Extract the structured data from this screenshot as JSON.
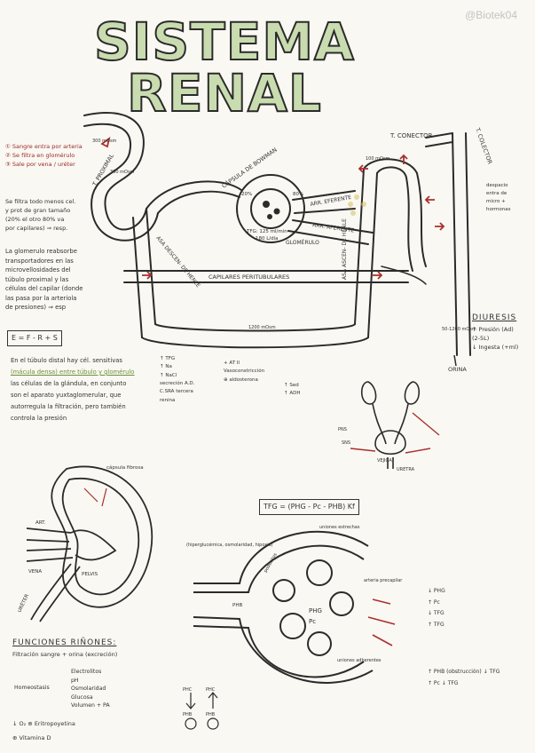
{
  "watermark": "@Biotek04",
  "title": "SISTEMA RENAL",
  "intro": {
    "steps": [
      "① Sangre entra por arteria",
      "② Se filtra en glomérulo",
      "③ Sale por vena / uréter"
    ],
    "note": [
      "Se filtra todo menos cel.",
      "y prot de gran tamaño",
      "(20% el otro 80% va",
      "por capilares) ⇒ resp."
    ],
    "glomerulo": [
      "La glomerulo reabsorbe",
      "transportadores en las",
      "microvellosidades del",
      "túbulo proximal y las",
      "células del capilar (donde",
      "las pasa por la arteriola",
      "de presiones) ⇒ esp"
    ],
    "formula": "E = F - R + S"
  },
  "nephron": {
    "t_proximal": "T. PROXIMAL",
    "capsula": "CÁPSULA DE BOWMAN",
    "t_conector": "T. CONECTOR",
    "t_colector": "T. COLECTOR",
    "asa_desc": "ASA DESCEN- DE HENLE",
    "asa_asc": "ASA ASCEN- DE HENLE",
    "arr_eferente": "ARR. EFERENTE",
    "arr_aferente": "ARR. AFERENTE",
    "glomerulo": "GLOMÉRULO",
    "capilares": "CAPILARES PERITUBULARES",
    "tfg": "TFG: 125 ml/min",
    "tfg2": "180 L/día",
    "pct20": "20%",
    "pct80": "80%",
    "mosm300a": "300 mOsm",
    "mosm300b": "300 mOsm",
    "mosm1200": "1200 mOsm",
    "mosm100": "100 mOsm",
    "mosm50": "50-1200 mOsm",
    "orina": "ORINA",
    "colector_note": [
      "despacio",
      "entra de",
      "micro +",
      "hormonas"
    ]
  },
  "diuresis": {
    "heading": "DIURESIS",
    "lines": [
      "↑ Presión (Ad)",
      "(2-5L)",
      "↓ Ingesta (+ml)"
    ]
  },
  "macula": {
    "text": [
      "En el túbulo distal hay cél. sensitivas",
      "(mácula densa) entre túbulo y glomérulo",
      "las células de la glándula, en conjunto",
      "son el aparato yuxtaglomerular, que",
      "autorregula la filtración, pero también",
      "controla la presión"
    ],
    "flow": [
      "↑ TFG",
      "↑ Na",
      "↑ NaCl",
      "secreción A.D.",
      "C.SRA tercera",
      "renina",
      "+ AT II",
      "Vasoconstricción",
      "⊕ aldosterona",
      "↑ Sed",
      "↑ ADH"
    ]
  },
  "kidney": {
    "capsula": "cápsula fibrosa",
    "art": "ART.",
    "vena": "VENA",
    "pelvis": "PELVIS",
    "ureter": "URÉTER"
  },
  "bladder": {
    "labels": [
      "PNS",
      "SNS",
      "VEJIGA",
      "URETRA"
    ]
  },
  "funciones": {
    "heading": "FUNCIONES RIÑONES:",
    "line1": "Filtración sangre + orina (excreción)",
    "homeostasis": "Homeostasis",
    "items": [
      "Electrolitos",
      "pH",
      "Osmolaridad",
      "Glucosa",
      "Volumen + PA"
    ],
    "epo": "↓ O₂ ⊕ Eritropoyetina",
    "vitd": "⊕ Vitamina D"
  },
  "tfg_formula": {
    "formula": "TFG = (PHG - Pc - PHB) Kf",
    "labels": [
      "uniones estrechas",
      "podocitos",
      "(hiperglucémica, osmolaridad, hipoxia)",
      "PHB",
      "PHG",
      "Pc",
      "uniones adherentes",
      "arteria precapilar"
    ],
    "rhs": [
      "↓ PHG",
      "↑ Pc",
      "↓ TFG",
      "↑ TFG",
      "↑ PHB (obstrucción) ↓ TFG",
      "↑ Pc ↓ TFG"
    ]
  },
  "bottom": {
    "labels": [
      "PHC",
      "PHC",
      "PHB",
      "PHB"
    ]
  }
}
